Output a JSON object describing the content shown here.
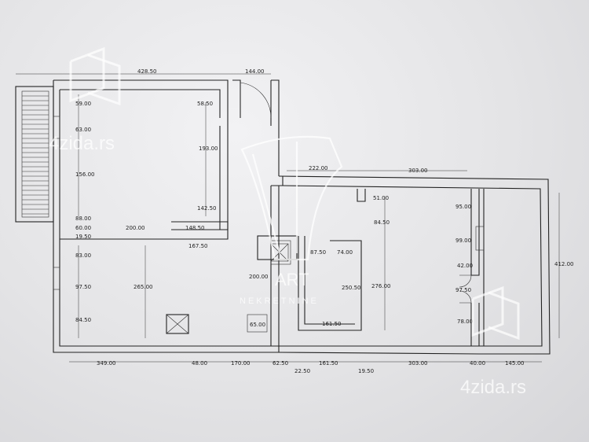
{
  "plan": {
    "dims": {
      "top_left_width": "428.50",
      "top_right_width": "144.00",
      "d_59": "59.00",
      "d_585": "58.50",
      "d_63": "63.00",
      "d_193": "193.00",
      "d_156": "156.00",
      "d_1425": "142.50",
      "d_88": "88.00",
      "d_60": "60.00",
      "d_200a": "200.00",
      "d_1485": "148.50",
      "d_195a": "19.50",
      "d_1675": "167.50",
      "d_83": "83.00",
      "d_975a": "97.50",
      "d_265": "265.00",
      "d_845a": "84.50",
      "d_200b": "200.00",
      "d_65": "65.00",
      "d_875": "87.50",
      "d_74": "74.00",
      "d_2505": "250.50",
      "d_1615a": "161.50",
      "d_222": "222.00",
      "d_303a": "303.00",
      "d_51": "51.00",
      "d_845b": "84.50",
      "d_276": "276.00",
      "d_95": "95.00",
      "d_99": "99.00",
      "d_42": "42.00",
      "d_975b": "97.50",
      "d_78": "78.00",
      "d_412": "412.00",
      "b_349": "349.00",
      "b_48": "48.00",
      "b_170": "170.00",
      "b_625": "62.50",
      "b_225": "22.50",
      "b_1615": "161.50",
      "b_195": "19.50",
      "b_303": "303.00",
      "b_40": "40.00",
      "b_145": "145.00"
    }
  },
  "watermarks": {
    "site_a": "4zida.rs",
    "site_b": "4zida.rs",
    "brand_main": "ART",
    "brand_sub": "NEKRETNINE"
  }
}
